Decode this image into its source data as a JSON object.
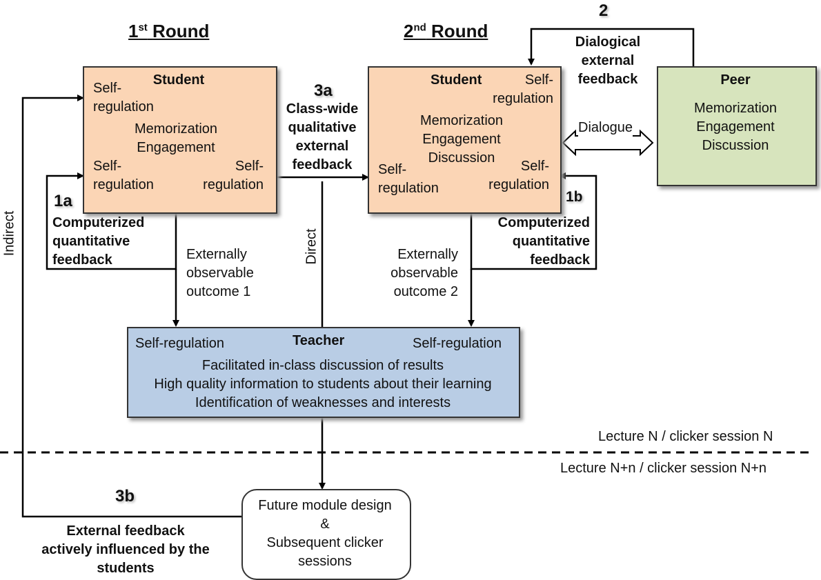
{
  "round1": {
    "num": "1",
    "sup": "st",
    "word": "Round"
  },
  "round2": {
    "num": "2",
    "sup": "nd",
    "word": "Round"
  },
  "student1": {
    "title": "Student",
    "lines": [
      "Memorization",
      "Engagement"
    ],
    "sr_tl": [
      "Self-",
      "regulation"
    ],
    "sr_bl": [
      "Self-",
      "regulation"
    ],
    "sr_br": [
      "Self-",
      "regulation"
    ]
  },
  "student2": {
    "title": "Student",
    "lines": [
      "Memorization",
      "Engagement",
      "Discussion"
    ],
    "sr_tr": [
      "Self-",
      "regulation"
    ],
    "sr_bl": [
      "Self-",
      "regulation"
    ],
    "sr_br": [
      "Self-",
      "regulation"
    ]
  },
  "peer": {
    "title": "Peer",
    "lines": [
      "Memorization",
      "Engagement",
      "Discussion"
    ]
  },
  "teacher": {
    "title": "Teacher",
    "sr_left": "Self-regulation",
    "sr_right": "Self-regulation",
    "lines": [
      "Facilitated in-class discussion of results",
      "High quality information to students about their learning",
      "Identification of weaknesses and interests"
    ]
  },
  "future": {
    "lines": [
      "Future module design",
      "&",
      "Subsequent clicker",
      "sessions"
    ]
  },
  "labels": {
    "n2": "2",
    "dialogical": [
      "Dialogical",
      "external",
      "feedback"
    ],
    "n3a": "3a",
    "classwide": [
      "Class-wide",
      "qualitative",
      "external",
      "feedback"
    ],
    "dialogue": "Dialogue",
    "n1a": "1a",
    "n1b": "1b",
    "comp_left": [
      "Computerized",
      "quantitative",
      "feedback"
    ],
    "comp_right": [
      "Computerized",
      "quantitative",
      "feedback"
    ],
    "outcome1": [
      "Externally",
      "observable",
      "outcome 1"
    ],
    "outcome2": [
      "Externally",
      "observable",
      "outcome 2"
    ],
    "direct": "Direct",
    "indirect": "Indirect",
    "lecture_n": "Lecture N / clicker session N",
    "lecture_nn": "Lecture N+n / clicker session N+n",
    "n3b": "3b",
    "external_influenced": [
      "External feedback",
      "actively influenced by the",
      "students"
    ]
  }
}
